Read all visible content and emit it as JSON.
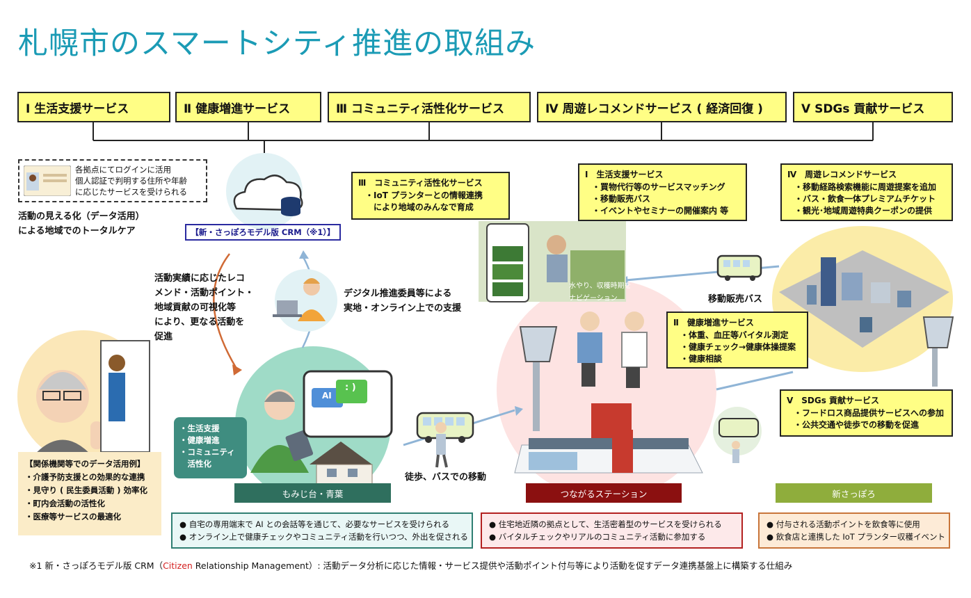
{
  "title": "札幌市のスマートシティ推進の取組み",
  "services": [
    {
      "label": "Ⅰ 生活支援サービス"
    },
    {
      "label": "Ⅱ 健康増進サービス"
    },
    {
      "label": "Ⅲ コミュニティ活性化サービス"
    },
    {
      "label": "Ⅳ 周遊レコメンドサービス ( 経済回復 )"
    },
    {
      "label": "Ⅴ SDGs 貢献サービス"
    }
  ],
  "login_note": {
    "lines": [
      "各拠点にてログインに活用",
      "個人認証で判明する住所や年齢",
      "に応じたサービスを受けられる"
    ]
  },
  "visualization": {
    "lines": [
      "活動の見える化（データ活用）",
      "による地域でのトータルケア"
    ]
  },
  "crm_label": "【新・さっぽろモデル版 CRM（※1）】",
  "recommend_text": {
    "lines": [
      "活動実績に応じたレコ",
      "メンド・活動ポイント・",
      "地域貢献の可視化等",
      "により、更なる活動を",
      "促進"
    ]
  },
  "digital_support": {
    "lines": [
      "デジタル推進委員等による",
      "実地・オンライン上での支援"
    ]
  },
  "community_box": {
    "heading": "Ⅲ　コミュニティ活性化サービス",
    "items": [
      "・IoT プランターとの情報連携",
      "　により地域のみんなで育成"
    ]
  },
  "life_box": {
    "heading": "Ⅰ　生活支援サービス",
    "items": [
      "・買物代行等のサービスマッチング",
      "・移動販売バス",
      "・イベントやセミナーの開催案内 等"
    ]
  },
  "tour_box": {
    "heading": "Ⅳ　周遊レコメンドサービス",
    "items": [
      "・移動経路検索機能に周遊提案を追加",
      "・バス・飲食一体プレミアムチケット",
      "・観光･地域周遊特典クーポンの提供"
    ]
  },
  "health_box": {
    "heading": "Ⅱ　健康増進サービス",
    "items": [
      "・体重、血圧等バイタル測定",
      "・健康チェック→健康体操提案",
      "・健康相談"
    ]
  },
  "sdgs_box": {
    "heading": "Ⅴ　SDGs 貢献サービス",
    "items": [
      "・フードロス商品提供サービスへの参加",
      "・公共交通や徒歩での移動を促進"
    ]
  },
  "mobile_bus_label": "移動販売バス",
  "walk_label": "徒歩、バスでの移動",
  "teal_tag": {
    "lines": [
      "・生活支援",
      "・健康増進",
      "・コミュニティ",
      "　活性化"
    ]
  },
  "ai_bubble": "AI",
  "smile_bubble": ": )",
  "planter_overlay": {
    "lines": [
      "水やり、収穫時期を",
      "ナビゲーション"
    ]
  },
  "kankei": {
    "heading": "【関係機関等でのデータ活用例】",
    "items": [
      "・介護予防支援との効果的な連携",
      "・見守り ( 民生委員活動 ) 効率化",
      "・町内会活動の活性化",
      "・医療等サービスの最適化"
    ]
  },
  "areas": [
    {
      "label": "もみじ台・青葉",
      "color": "#2f6f5e"
    },
    {
      "label": "つながるステーション",
      "color": "#8b1010"
    },
    {
      "label": "新さっぽろ",
      "color": "#8fad3c"
    }
  ],
  "area_notes": {
    "momiji": [
      "● 自宅の専用端末で AI との会話等を通じて、必要なサービスを受けられる",
      "● オンライン上で健康チェックやコミュニティ活動を行いつつ、外出を促される"
    ],
    "station": [
      "● 住宅地近隣の拠点として、生活密着型のサービスを受けられる",
      "● バイタルチェックやリアルのコミュニティ活動に参加する"
    ],
    "shinsapporo": [
      "● 付与される活動ポイントを飲食等に使用",
      "● 飲食店と連携した IoT プランター収穫イベント"
    ]
  },
  "footnote": {
    "prefix": "※1 新・さっぽろモデル版 CRM（",
    "highlight": "Citizen",
    "suffix": " Relationship Management）: 活動データ分析に応じた情報・サービス提供や活動ポイント付与等により活動を促すデータ連携基盤上に構築する仕組み"
  },
  "colors": {
    "title": "#1b9bb5",
    "yellow_box": "#fffe85",
    "teal": "#3f8d80",
    "station_red": "#8b1010",
    "green_area": "#8fad3c"
  }
}
